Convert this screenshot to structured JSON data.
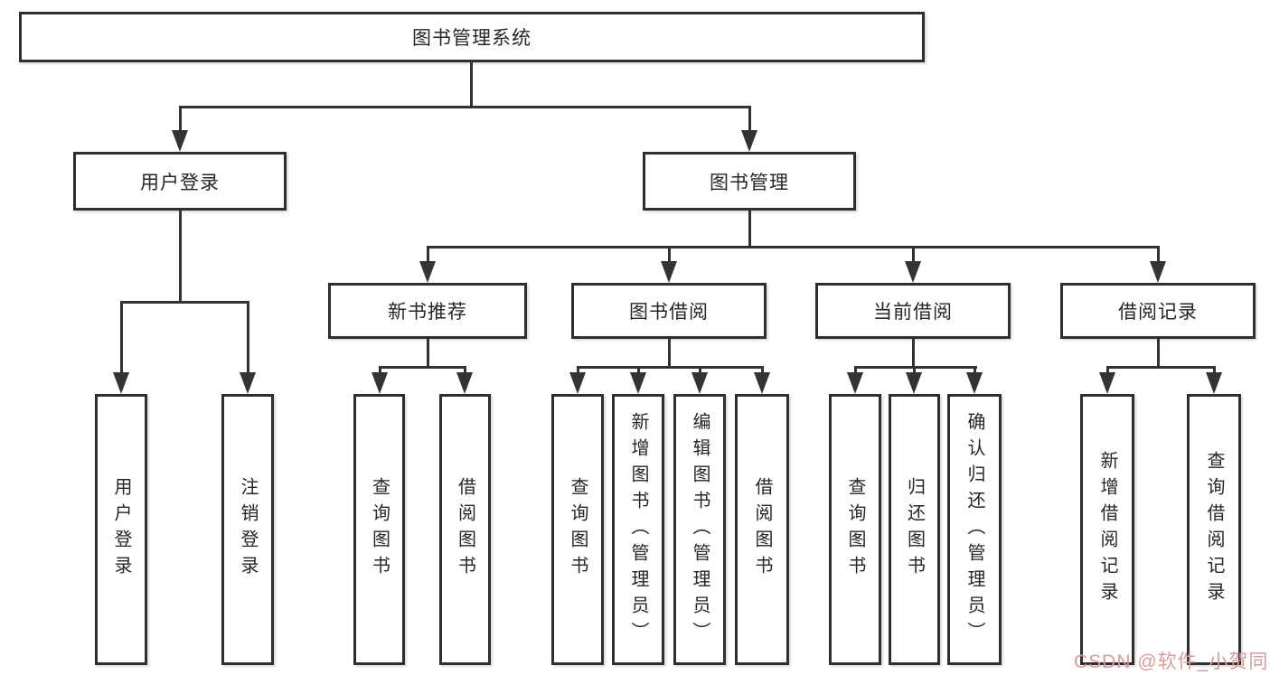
{
  "diagram": {
    "root": {
      "label": "图书管理系统"
    },
    "level2": [
      {
        "label": "用户登录"
      },
      {
        "label": "图书管理"
      }
    ],
    "level3": [
      {
        "label": "新书推荐"
      },
      {
        "label": "图书借阅"
      },
      {
        "label": "当前借阅"
      },
      {
        "label": "借阅记录"
      }
    ],
    "leaves": [
      {
        "label": "用户登录"
      },
      {
        "label": "注销登录"
      },
      {
        "label": "查询图书"
      },
      {
        "label": "借阅图书"
      },
      {
        "label": "查询图书"
      },
      {
        "label": "新增图书（管理员）"
      },
      {
        "label": "编辑图书（管理员）"
      },
      {
        "label": "借阅图书"
      },
      {
        "label": "查询图书"
      },
      {
        "label": "归还图书"
      },
      {
        "label": "确认归还（管理员）"
      },
      {
        "label": "新增借阅记录"
      },
      {
        "label": "查询借阅记录"
      }
    ],
    "watermark": "CSDN @软件_小贺同学",
    "colors": {
      "background": "#ffffff",
      "line": "#333333",
      "box_border": "#2f2f2f",
      "box_fill": "#ffffff",
      "text": "#262626",
      "watermark": "#d99c9c"
    }
  }
}
